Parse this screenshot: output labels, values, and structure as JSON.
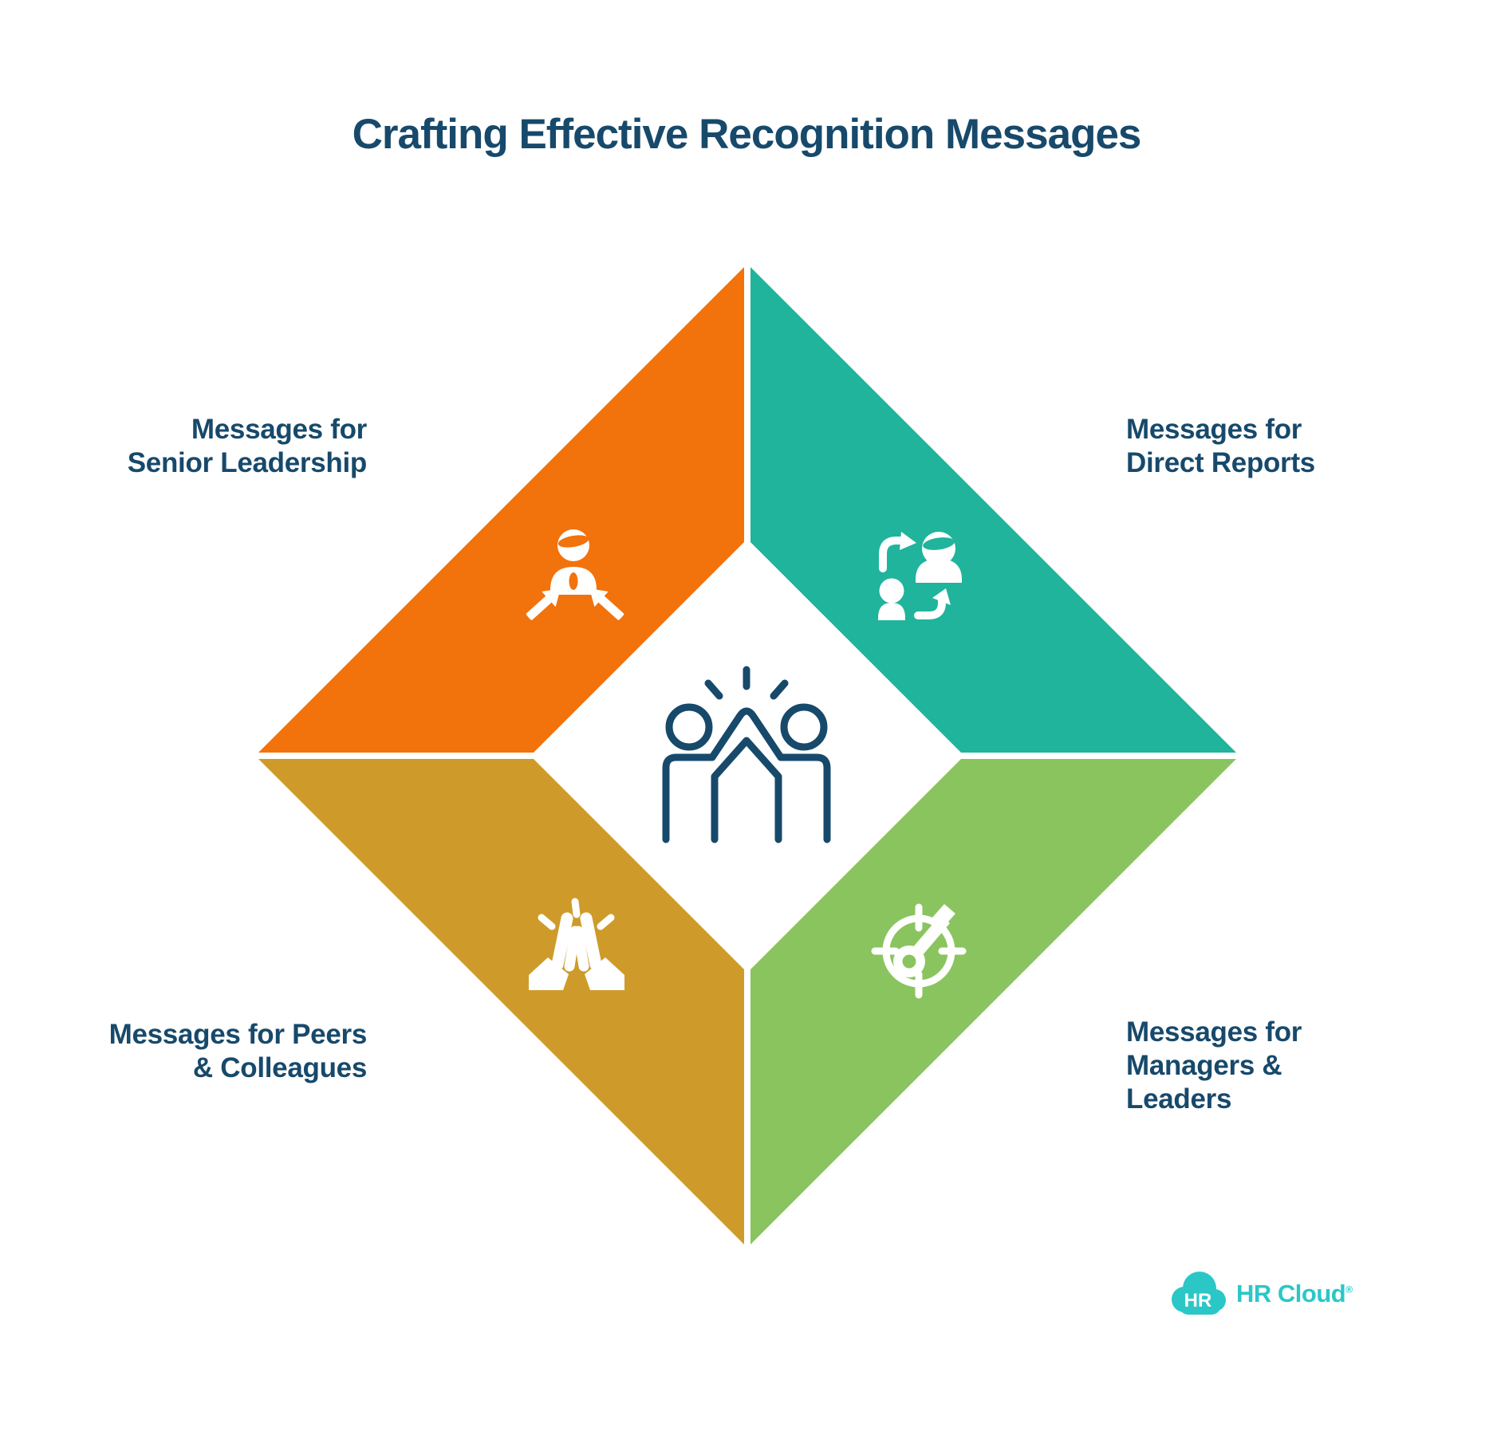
{
  "title": "Crafting Effective Recognition Messages",
  "colors": {
    "background": "#FFFFFF",
    "navy": "#17496B",
    "orange": "#F2720C",
    "teal": "#1FB49B",
    "gold": "#CE9B2B",
    "green": "#8AC45F",
    "icon_white": "#FFFFFF",
    "logo_teal": "#2BC7C7"
  },
  "diagram": {
    "name": "recognition-message-audiences-diamond",
    "center_icon": "team-high-five-icon",
    "quadrants": [
      {
        "id": "senior-leadership",
        "position": "top-left",
        "label": "Messages for\nSenior Leadership",
        "color": "#F2720C",
        "icon": "leader-spotlight-icon"
      },
      {
        "id": "direct-reports",
        "position": "top-right",
        "label": "Messages for\nDirect Reports",
        "color": "#1FB49B",
        "icon": "people-exchange-icon"
      },
      {
        "id": "peers-colleagues",
        "position": "bottom-left",
        "label": "Messages for Peers\n& Colleagues",
        "color": "#CE9B2B",
        "icon": "high-five-hands-icon"
      },
      {
        "id": "managers-leaders",
        "position": "bottom-right",
        "label": "Messages for\nManagers &\nLeaders",
        "color": "#8AC45F",
        "icon": "target-goal-icon"
      }
    ]
  },
  "logo": {
    "badge": "HR",
    "brand": "HR Cloud",
    "registered": "®"
  }
}
